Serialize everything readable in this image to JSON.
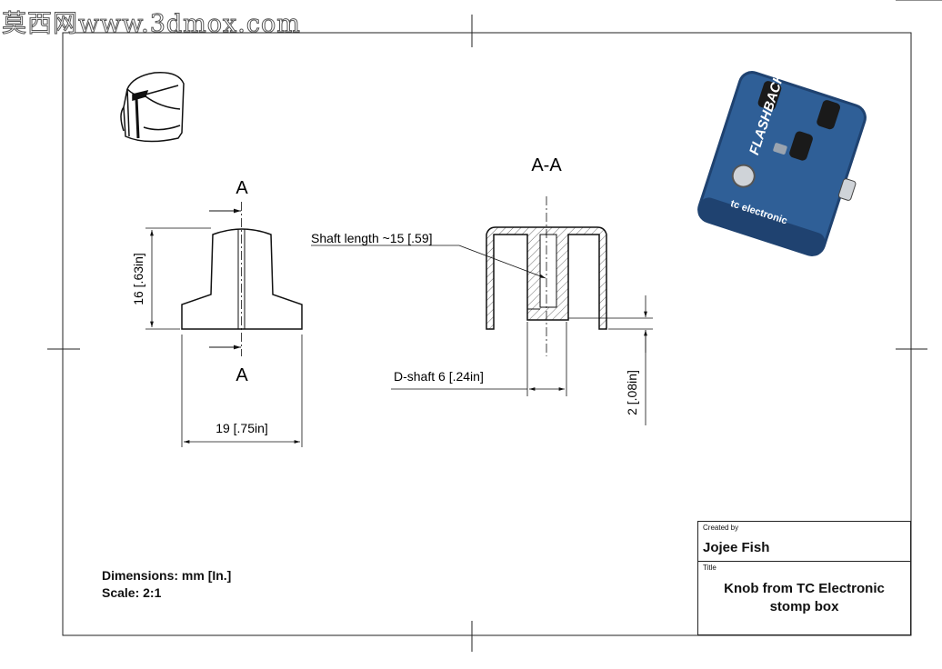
{
  "watermark": "莫西网www.3dmox.com",
  "views": {
    "section_marker_top": "A",
    "section_marker_bottom": "A",
    "section_title": "A-A"
  },
  "dimensions": {
    "height": "16 [.63in]",
    "width": "19 [.75in]",
    "shaft_length": "Shaft length ~15 [.59]",
    "d_shaft": "D-shaft 6 [.24in]",
    "depth": "2 [.08in]"
  },
  "notes": {
    "units": "Dimensions: mm [In.]",
    "scale": "Scale: 2:1"
  },
  "title_block": {
    "created_by_label": "Created by",
    "created_by": "Jojee Fish",
    "title_label": "Title",
    "title_line1": "Knob from TC Electronic",
    "title_line2": "stomp box"
  },
  "pedal": {
    "brand": "tc electronic",
    "model": "FLASHBACK",
    "colors": {
      "body": "#2f5f97",
      "body_dark": "#1f4270",
      "knob": "#1a1a1a"
    }
  }
}
